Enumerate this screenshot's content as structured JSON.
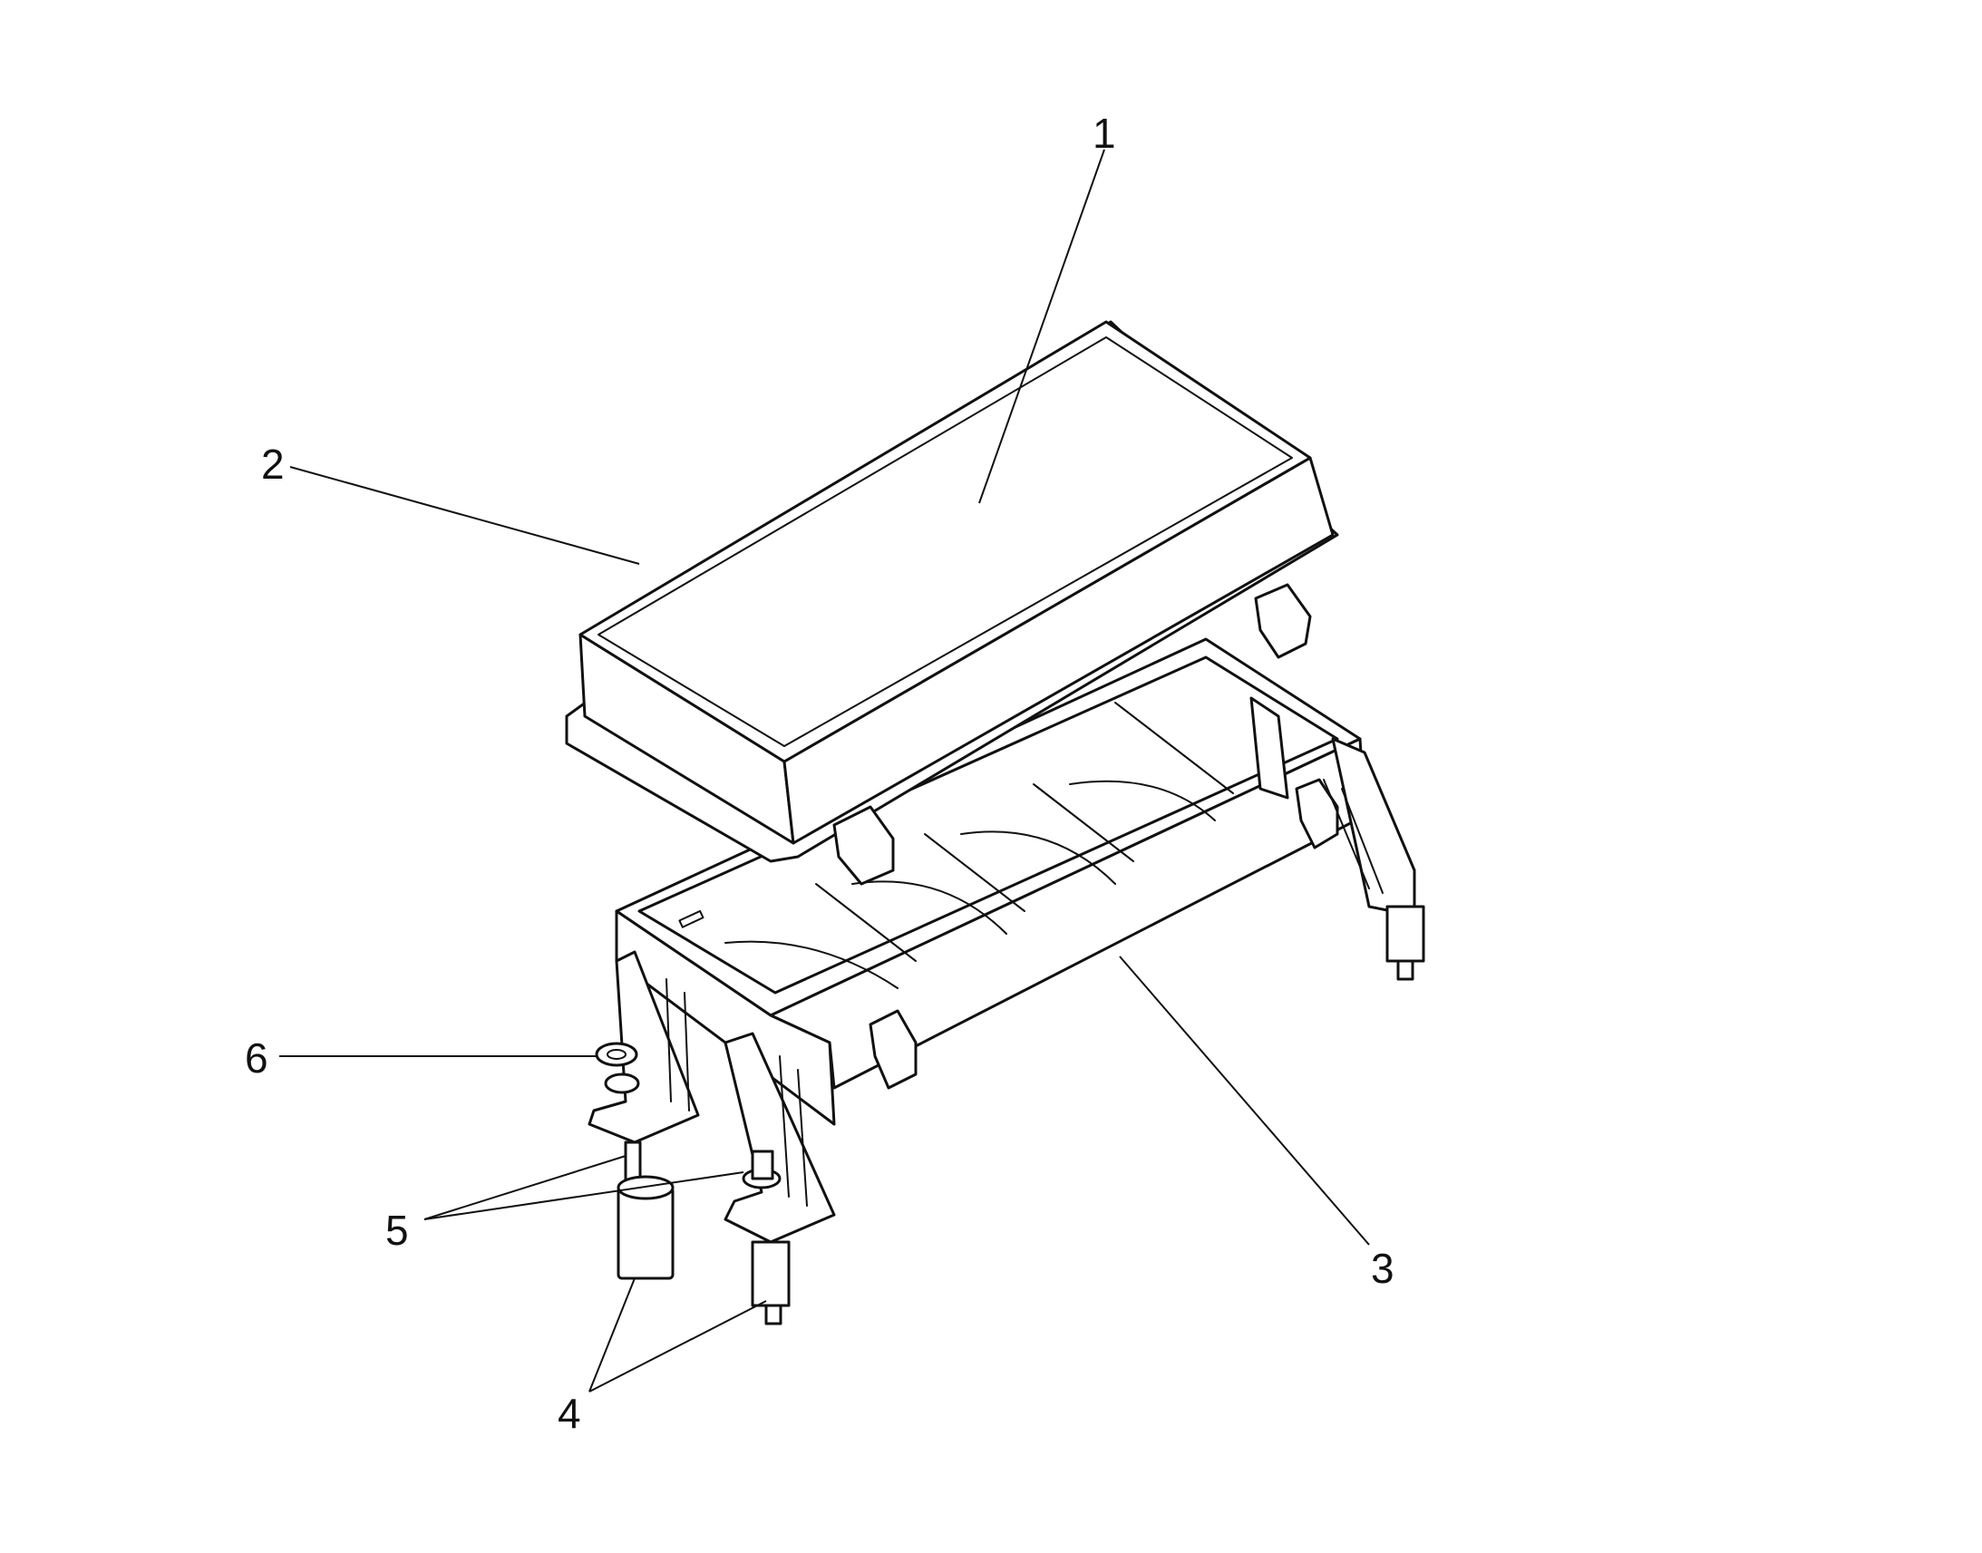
{
  "callouts": [
    {
      "id": "1",
      "label": "1"
    },
    {
      "id": "2",
      "label": "2"
    },
    {
      "id": "3",
      "label": "3"
    },
    {
      "id": "4",
      "label": "4"
    },
    {
      "id": "5",
      "label": "5"
    },
    {
      "id": "6",
      "label": "6"
    }
  ],
  "parts": {
    "cover": "box-cover",
    "base": "box-base",
    "standoffs": "standoff-spacers",
    "screws": "mounting-screws",
    "washer": "washer"
  },
  "colors": {
    "line": "#111111",
    "background": "#ffffff"
  }
}
